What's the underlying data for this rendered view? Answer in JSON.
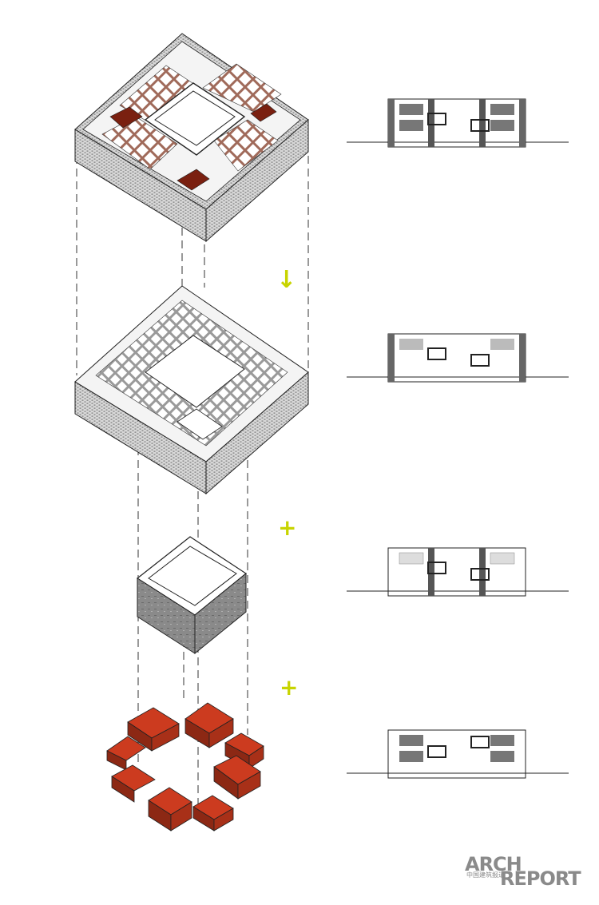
{
  "diagram": {
    "title": "",
    "steps": [
      {
        "name": "combined-roof-lattice-core"
      },
      {
        "name": "lattice-shell-level"
      },
      {
        "name": "central-core-volume"
      },
      {
        "name": "red-program-blocks"
      }
    ],
    "operators": [
      {
        "symbol": "↓",
        "name": "arrow-down"
      },
      {
        "symbol": "+",
        "name": "plus"
      },
      {
        "symbol": "+",
        "name": "plus"
      }
    ],
    "sections": [
      {
        "name": "section-1"
      },
      {
        "name": "section-2"
      },
      {
        "name": "section-3"
      },
      {
        "name": "section-4"
      }
    ]
  },
  "colors": {
    "accent": "#c8d400",
    "red": "#cc3b1f",
    "dark_red": "#7a2010",
    "lattice": "#a06a5a",
    "wall": "#8f8f8f",
    "line": "#222222"
  },
  "brand": {
    "arch": "ARCH",
    "report": "REPORT",
    "cn": "中国建筑报道"
  }
}
